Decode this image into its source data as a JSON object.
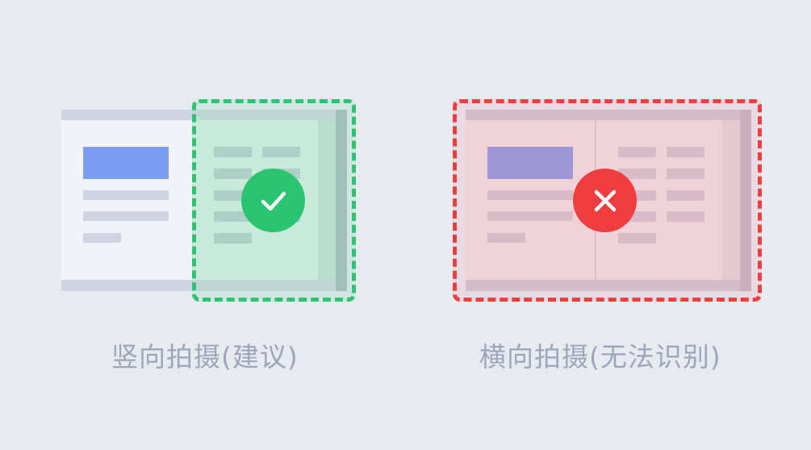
{
  "options": [
    {
      "id": "portrait",
      "caption": "竖向拍摄(建议)",
      "status": "recommended",
      "status_icon": "check-icon",
      "accent_color": "#2bc572",
      "overlay_tint": "rgba(120, 210, 160, 0.18)"
    },
    {
      "id": "landscape",
      "caption": "横向拍摄(无法识别)",
      "status": "not-recognized",
      "status_icon": "close-icon",
      "accent_color": "#f03d40",
      "overlay_tint": "rgba(240, 150, 160, 0.18)"
    }
  ]
}
